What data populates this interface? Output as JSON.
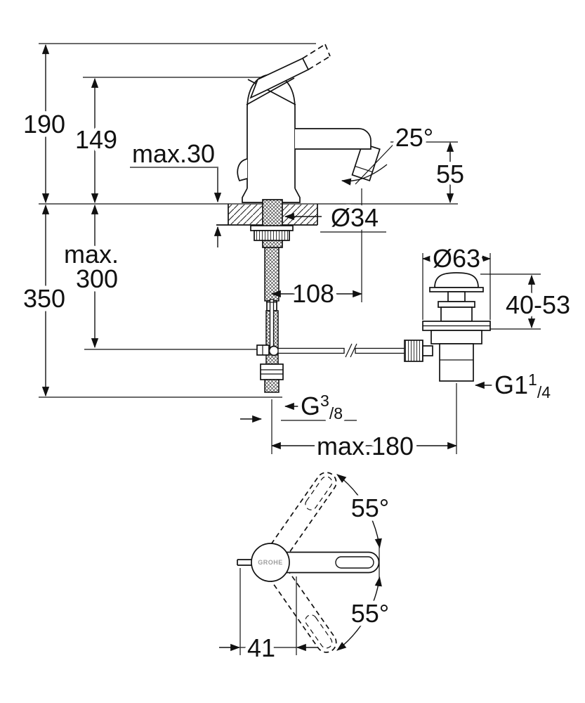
{
  "drawing": {
    "colors": {
      "line": "#111111",
      "background": "#ffffff",
      "logo_gray": "#9e9e9e"
    },
    "labels": {
      "height_overall": "190",
      "height_body": "149",
      "deck_max": "max.30",
      "spout_angle": "25°",
      "outlet_height": "55",
      "hole_diameter": "Ø34",
      "rod_max_line1": "max.",
      "rod_max_line2": "300",
      "depth_overall": "350",
      "spout_reach": "108",
      "drain_diameter": "Ø63",
      "drain_range": "40-53",
      "drain_thread_base": "G1",
      "drain_thread_num": "1",
      "drain_thread_den": "/4",
      "supply_thread_base": "G",
      "supply_thread_num": "3",
      "supply_thread_den": "/8",
      "center_distance": "max.180",
      "handle_angle_up": "55°",
      "handle_angle_down": "55°",
      "handle_offset": "41",
      "logo": "GROHE"
    }
  }
}
